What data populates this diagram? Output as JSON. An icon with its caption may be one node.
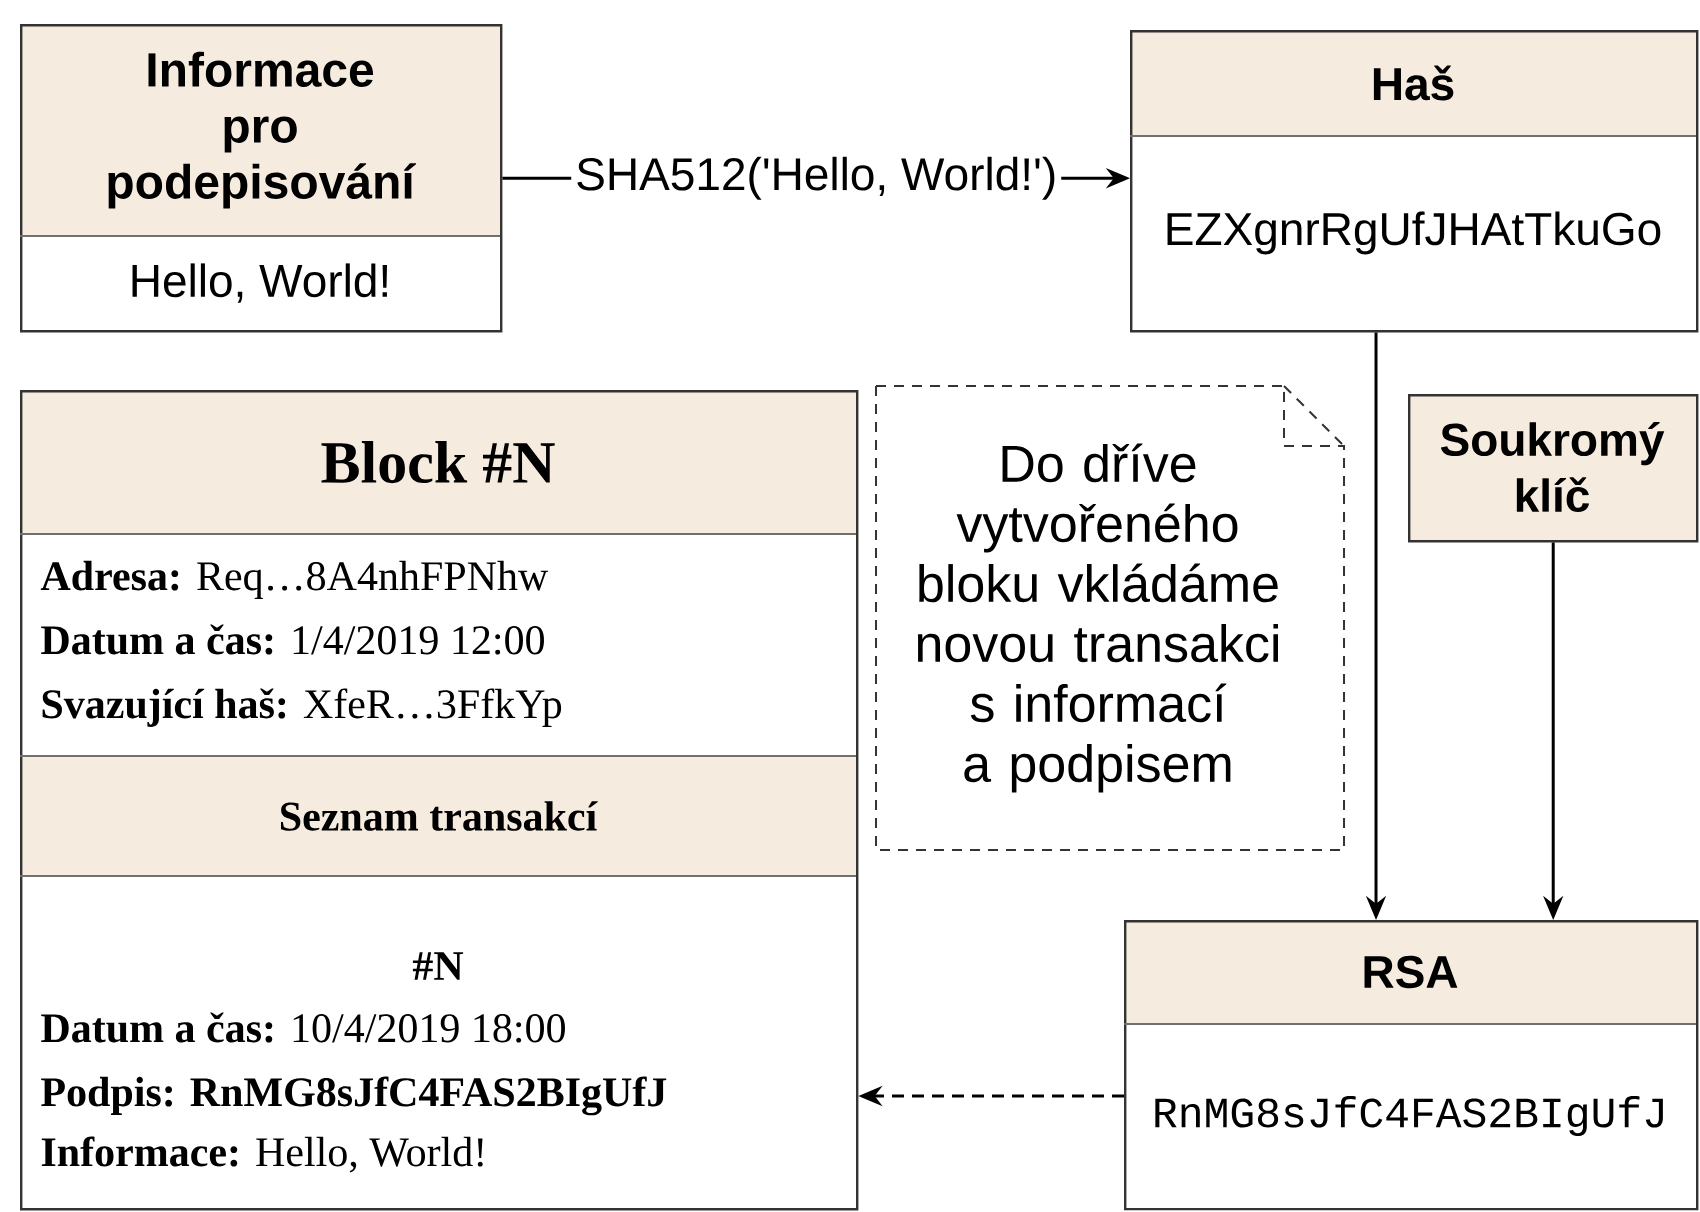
{
  "diagram": {
    "nodes": [
      {
        "text": [
          "Informace pro podepisování",
          "Hello, World!"
        ]
      },
      {
        "text": [
          "Haš",
          "EZXgnrRgUfJHAtTkuGo"
        ]
      },
      {
        "text": [
          "Block #N",
          "**Adresa:** Req…8A4nhFPNhw",
          "**Datum a čas:** 1/4/2019 12:00",
          "**Svazující haš:** XfeR…3FfkYp",
          "Seznam transakcí",
          "#N",
          "**Datum a čas:** 10/4/2019 18:00",
          "Podpis: RnMG8sJfC4FAS2BIgUfJ",
          "**Informace:** Hello, World!"
        ]
      },
      {
        "text": [
          "Do dříve vytvořeného bloku vkládáme novou transakci s informací a podpisem"
        ]
      },
      {
        "text": [
          "Soukromý klíč"
        ]
      },
      {
        "text": [
          "RSA",
          "RnMG8sJfC4FAS2BIgUfJ"
        ]
      }
    ],
    "edges": [
      {
        "from": 0,
        "to": 1,
        "arrow": "to",
        "label": "SHA512('Hello, World!')"
      },
      {
        "from": 1,
        "to": 5,
        "arrow": "to"
      },
      {
        "from": 4,
        "to": 5,
        "arrow": "to"
      },
      {
        "from": 5,
        "to": 2,
        "arrow": "to",
        "style": "dashed"
      }
    ]
  }
}
